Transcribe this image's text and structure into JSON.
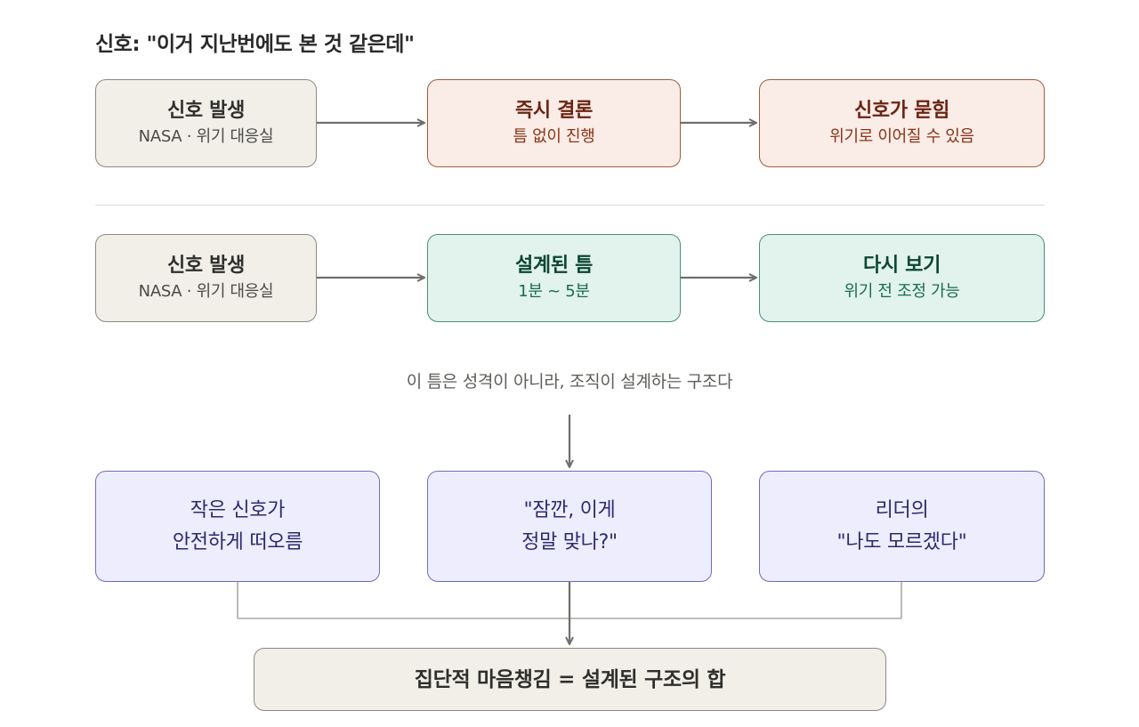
{
  "title": "신호: \"이거 지난번에도 본 것 같은데\"",
  "row1": {
    "source": {
      "title": "신호 발생",
      "subtitle": "NASA · 위기 대응실"
    },
    "middle": {
      "title": "즉시 결론",
      "subtitle": "틈 없이 진행"
    },
    "end": {
      "title": "신호가 묻힘",
      "subtitle": "위기로 이어질 수 있음"
    }
  },
  "row2": {
    "source": {
      "title": "신호 발생",
      "subtitle": "NASA · 위기 대응실"
    },
    "middle": {
      "title": "설계된 틈",
      "subtitle": "1분 ~ 5분"
    },
    "end": {
      "title": "다시 보기",
      "subtitle": "위기 전 조정 가능"
    }
  },
  "caption": "이 틈은 성격이 아니라, 조직이 설계하는 구조다",
  "structures": [
    {
      "line1": "작은 신호가",
      "line2": "안전하게 떠오름"
    },
    {
      "line1": "\"잠깐, 이게",
      "line2": "정말 맞나?\""
    },
    {
      "line1": "리더의",
      "line2": "\"나도 모르겠다\""
    }
  ],
  "summary": "집단적 마음챙김 = 설계된 구조의 합",
  "colors": {
    "neutral_fill": "#f1efe8",
    "warn_fill": "#faece6",
    "good_fill": "#e1f3ec",
    "purple_fill": "#eeedfd",
    "arrow": "#6e6e6a"
  }
}
